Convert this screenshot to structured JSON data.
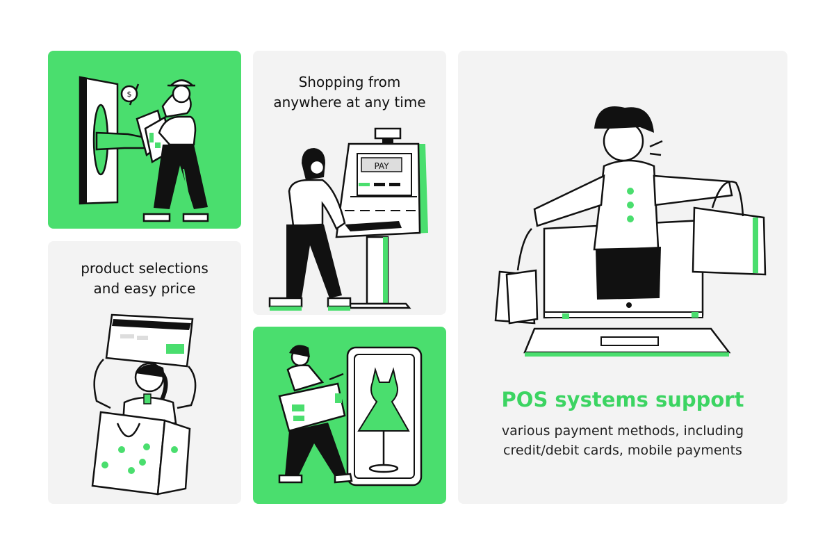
{
  "cards": {
    "atm": {},
    "kiosk": {
      "caption_line1": "Shopping from",
      "caption_line2": "anywhere at any time",
      "screen_label": "PAY"
    },
    "selections": {
      "caption_line1": "product selections",
      "caption_line2": "and easy price"
    },
    "phone": {},
    "pos": {
      "title": "POS systems support",
      "subtitle_line1": "various payment methods, including",
      "subtitle_line2": "credit/debit cards, mobile payments"
    }
  },
  "colors": {
    "accent": "#4ade6e",
    "panel": "#f3f3f3",
    "ink": "#111111"
  },
  "icons": [
    "coin-dollar-icon"
  ],
  "coin_symbol": "$"
}
